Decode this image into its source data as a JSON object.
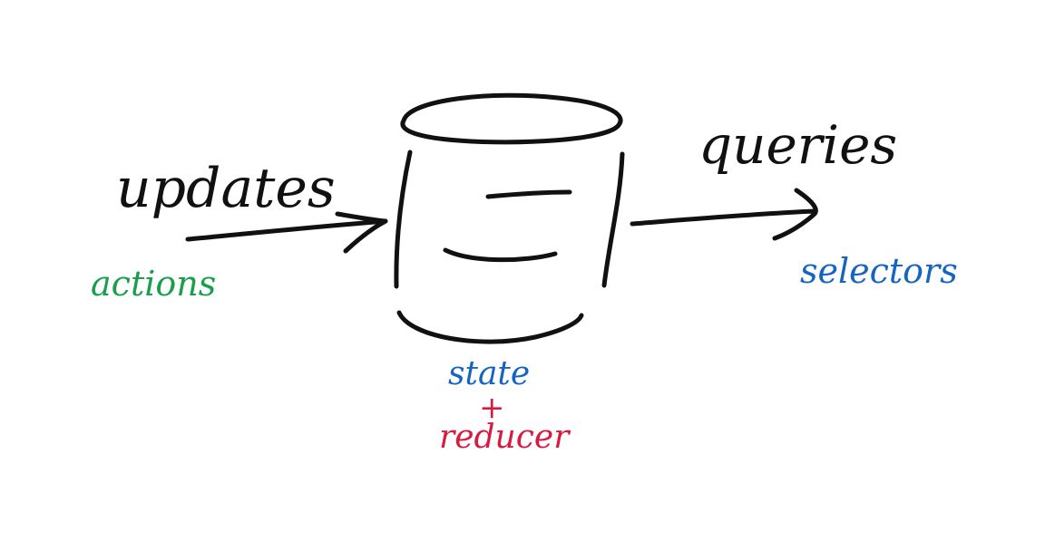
{
  "diagram": {
    "labels": {
      "updates": "updates",
      "actions": "actions",
      "queries": "queries",
      "selectors": "selectors",
      "state": "state",
      "plus": "+",
      "reducer": "reducer"
    },
    "colors": {
      "ink": "#111111",
      "green": "#1b9e4b",
      "blue": "#1565c0",
      "red": "#d81b3c"
    },
    "icons": {
      "store": "database-cylinder-icon",
      "input_arrow": "arrow-right-icon",
      "output_arrow": "arrow-right-icon"
    }
  }
}
